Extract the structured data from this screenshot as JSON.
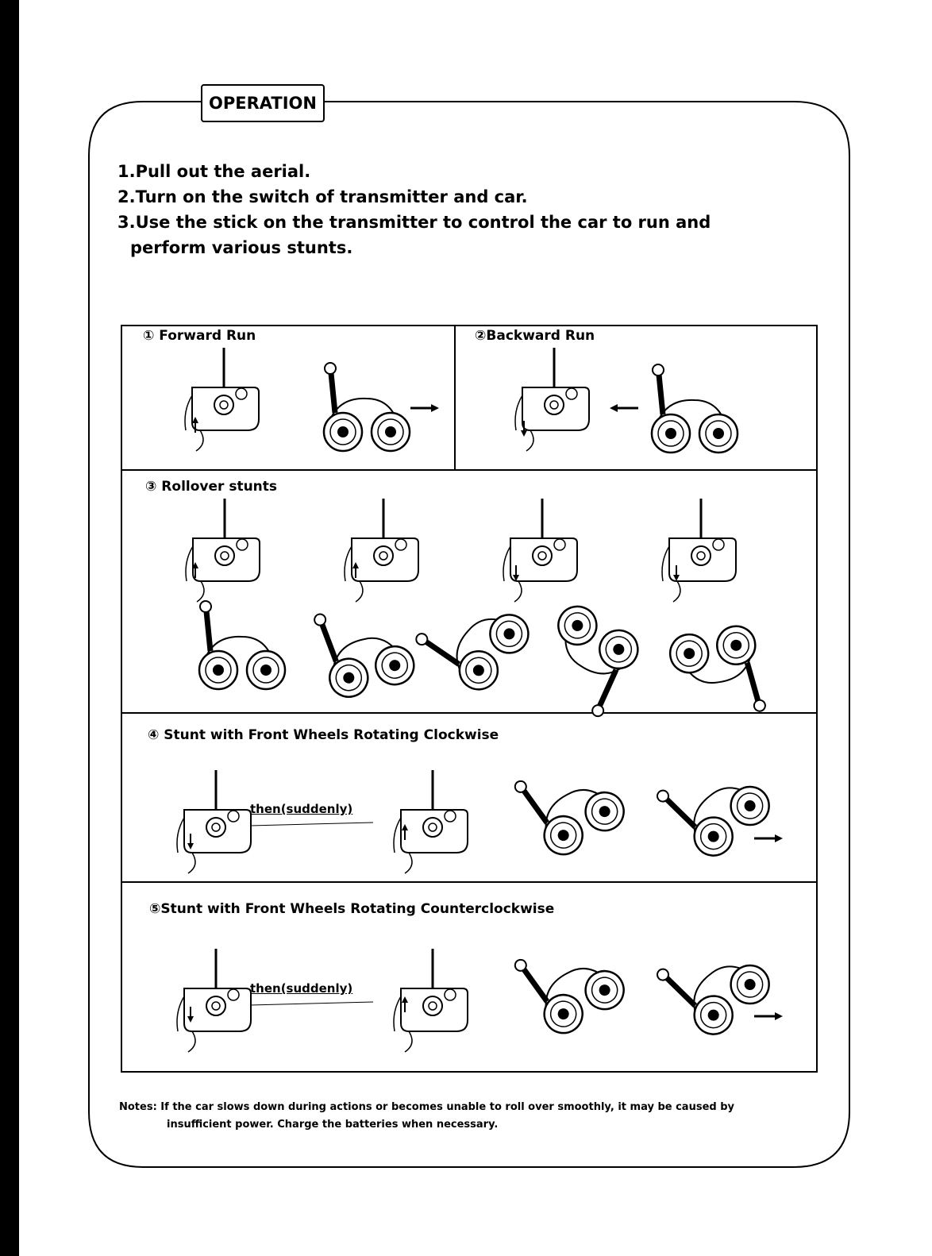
{
  "section_title": "OPERATION",
  "steps": [
    "1.Pull out the aerial.",
    "2.Turn on the switch of transmitter and car.",
    "3.Use the stick on the transmitter to control the car to run and",
    "perform various stunts."
  ],
  "panels": {
    "forward": "① Forward Run",
    "backward": "②Backward Run",
    "rollover": "③ Rollover stunts",
    "clockwise": "④ Stunt with Front Wheels Rotating Clockwise",
    "counterclockwise": "⑤Stunt with Front Wheels Rotating Counterclockwise"
  },
  "then_label": "then(suddenly)",
  "notes": {
    "line1": "Notes: If the car slows down during actions or becomes unable to roll over smoothly, it may be caused by",
    "line2": "insufficient power. Charge the batteries when necessary."
  },
  "icons": [
    "transmitter-icon",
    "car-icon",
    "arrow-right-icon",
    "arrow-left-icon",
    "arrow-up-icon",
    "arrow-down-icon"
  ]
}
